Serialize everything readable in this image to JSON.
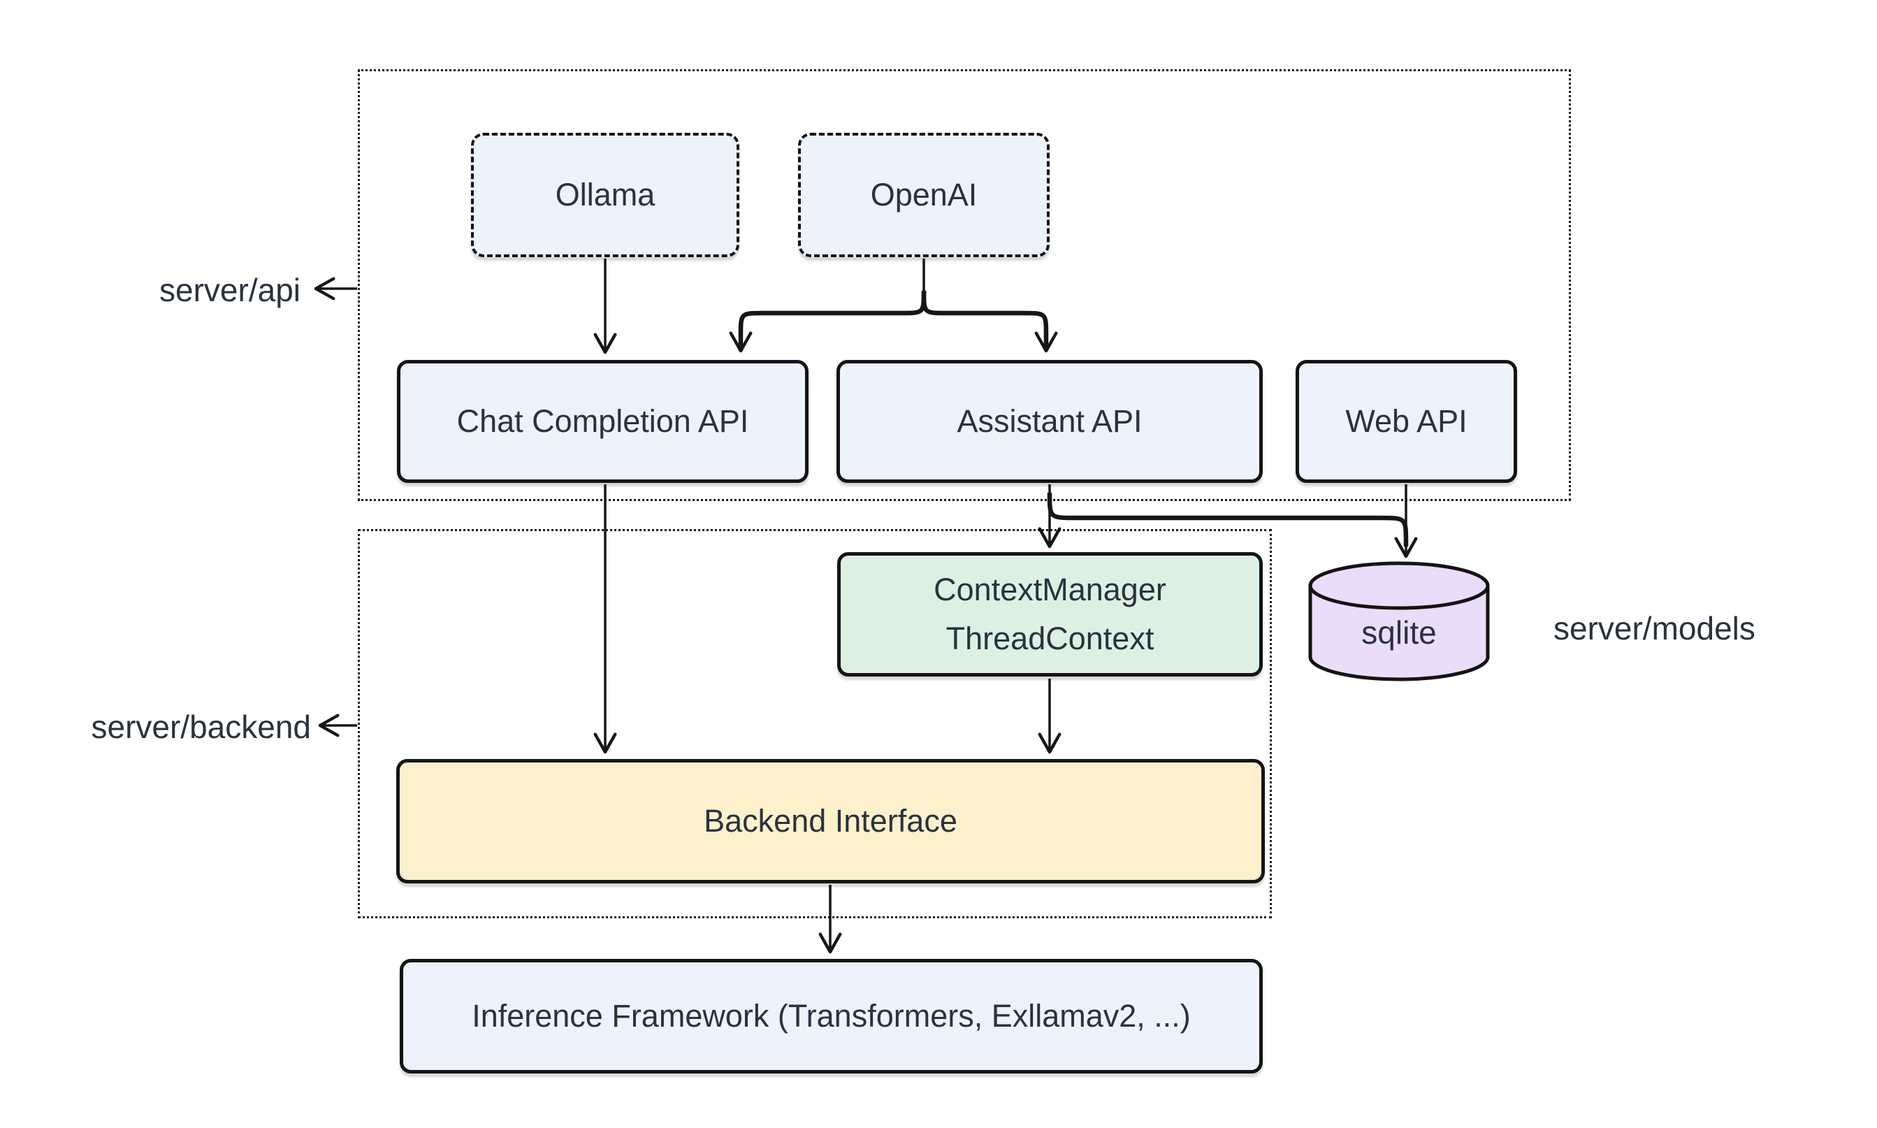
{
  "diagram": {
    "colors": {
      "background": "#ffffff",
      "node_blue": "#edf2fb",
      "node_green": "#ddf0e3",
      "node_yellow": "#fdf0cd",
      "node_purple": "#eaddf9",
      "line": "#161616",
      "text": "#2b323e"
    },
    "groups": {
      "api": {
        "label": "server/api"
      },
      "backend": {
        "label": "server/backend"
      },
      "models": {
        "label": "server/models"
      }
    },
    "nodes": {
      "ollama": {
        "label": "Ollama"
      },
      "openai": {
        "label": "OpenAI"
      },
      "chat_api": {
        "label": "Chat Completion API"
      },
      "assistant_api": {
        "label": "Assistant API"
      },
      "web_api": {
        "label": "Web API"
      },
      "context_manager": {
        "lines": [
          "ContextManager",
          "ThreadContext"
        ]
      },
      "sqlite": {
        "label": "sqlite"
      },
      "backend_interface": {
        "label": "Backend Interface"
      },
      "inference": {
        "label": "Inference Framework (Transformers, Exllamav2, ...)"
      }
    },
    "edges": [
      {
        "from": "Ollama",
        "to": "Chat Completion API"
      },
      {
        "from": "OpenAI",
        "to": "Chat Completion API"
      },
      {
        "from": "OpenAI",
        "to": "Assistant API"
      },
      {
        "from": "Assistant API",
        "to": "ContextManager ThreadContext"
      },
      {
        "from": "Assistant API",
        "to": "sqlite"
      },
      {
        "from": "Web API",
        "to": "sqlite"
      },
      {
        "from": "Chat Completion API",
        "to": "Backend Interface"
      },
      {
        "from": "ContextManager ThreadContext",
        "to": "Backend Interface"
      },
      {
        "from": "Backend Interface",
        "to": "Inference Framework (Transformers, Exllamav2, ...)"
      }
    ]
  }
}
